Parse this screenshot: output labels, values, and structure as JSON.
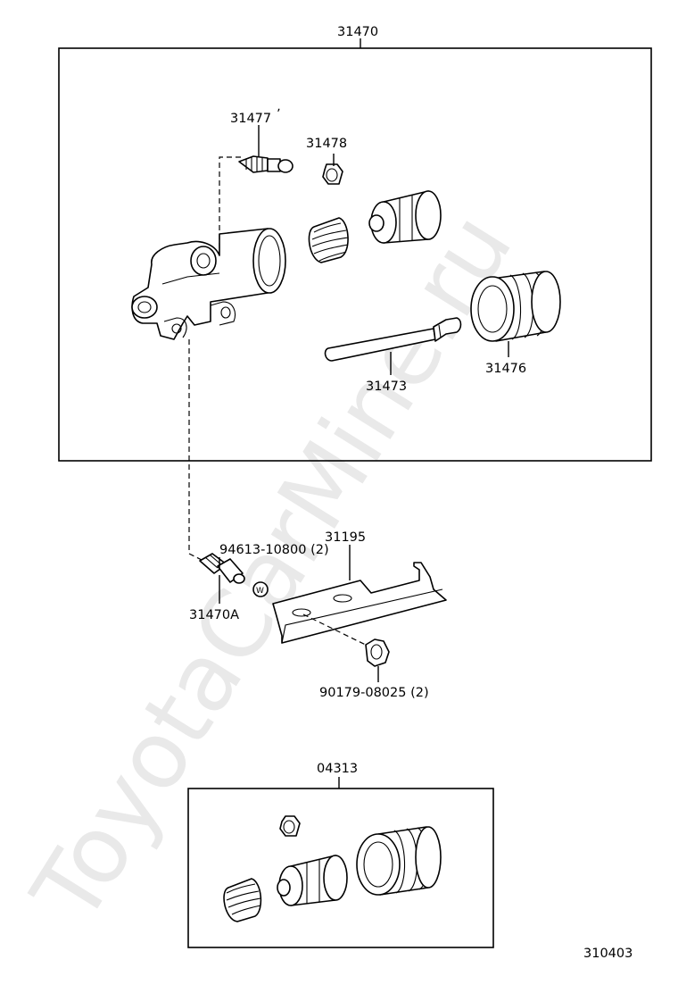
{
  "watermark": "ToyotaCarMine.ru",
  "diagram_number": "310403",
  "groups": {
    "upper_kit": "31470",
    "lower_kit": "04313"
  },
  "labels": {
    "bleeder_plug": "31477",
    "bleeder_cap": "31478",
    "push_rod": "31473",
    "boot": "31476",
    "bracket": "31195",
    "stud_bolt": "94613-10800 (2)",
    "washer_mark": "W",
    "nut": "90179-08025 (2)",
    "cylinder_assy_a": "31470A"
  }
}
